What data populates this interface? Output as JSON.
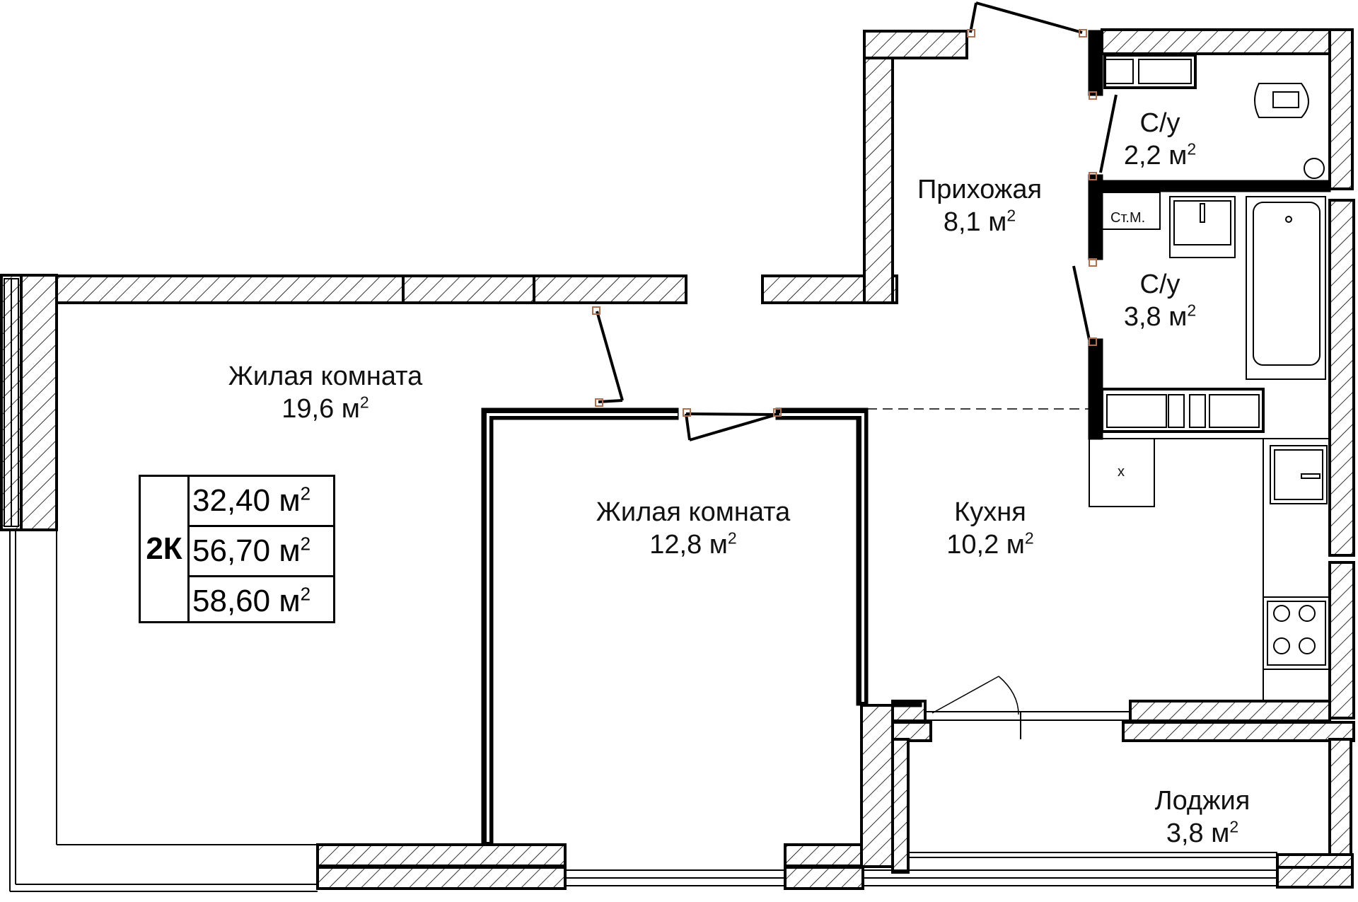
{
  "rooms": {
    "hallway": {
      "name": "Прихожая",
      "area": "8,1 м",
      "sup": "2"
    },
    "wc_small": {
      "name": "С/у",
      "area": "2,2 м",
      "sup": "2"
    },
    "wc_bath": {
      "name": "С/у",
      "area": "3,8 м",
      "sup": "2"
    },
    "living_large": {
      "name": "Жилая комната",
      "area": "19,6 м",
      "sup": "2"
    },
    "living_small": {
      "name": "Жилая комната",
      "area": "12,8 м",
      "sup": "2"
    },
    "kitchen": {
      "name": "Кухня",
      "area": "10,2 м",
      "sup": "2"
    },
    "loggia": {
      "name": "Лоджия",
      "area": "3,8 м",
      "sup": "2"
    }
  },
  "fixtures": {
    "washer_label": "Ст.М.",
    "fridge_label": "х"
  },
  "area_table": {
    "type": "2К",
    "living": "32,40 м",
    "total": "56,70 м",
    "total_with_loggia": "58,60 м",
    "sup": "2"
  }
}
